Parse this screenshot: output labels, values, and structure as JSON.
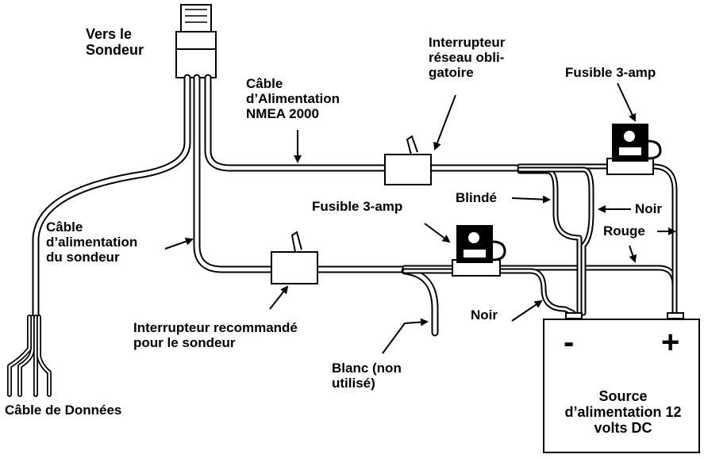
{
  "labels": {
    "vers_sondeur": "Vers le\nSondeur",
    "cable_nmea": "Câble\nd’Alimentation\nNMEA 2000",
    "interrupteur_reseau": "Interrupteur\nréseau obli-\ngatoire",
    "fusible_top": "Fusible 3-amp",
    "blinde": "Blindé",
    "noir_right": "Noir",
    "rouge": "Rouge",
    "fusible_mid": "Fusible 3-amp",
    "cable_sondeur": "Câble\nd’alimentation\ndu sondeur",
    "noir_bottom": "Noir",
    "interrupteur_recommande": "Interrupteur recommandé\npour le sondeur",
    "blanc": "Blanc (non\nutilisé)",
    "cable_donnees": "Câble de Données"
  },
  "battery": {
    "minus": "-",
    "plus": "+",
    "label": "Source\nd’alimentation 12\nvolts DC"
  }
}
